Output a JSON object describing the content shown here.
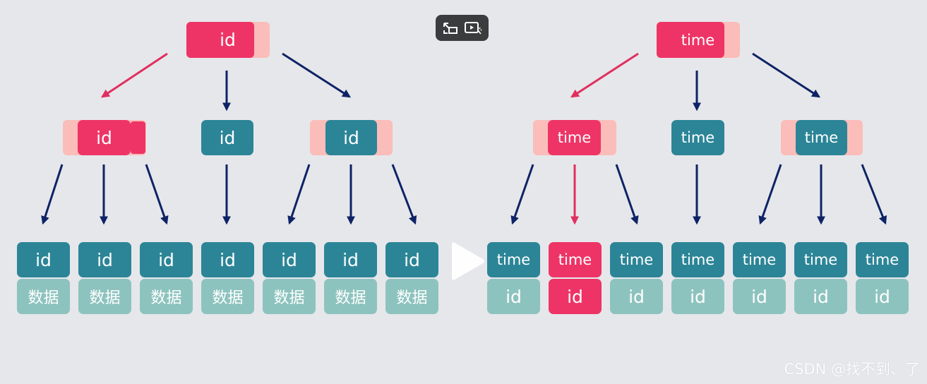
{
  "left_tree": {
    "root_key": "id",
    "internal_keys": [
      "id",
      "id",
      "id"
    ],
    "leaf_keys": [
      "id",
      "id",
      "id",
      "id",
      "id",
      "id",
      "id"
    ],
    "leaf_values": [
      "数据",
      "数据",
      "数据",
      "数据",
      "数据",
      "数据",
      "数据"
    ]
  },
  "right_tree": {
    "root_key": "time",
    "internal_keys": [
      "time",
      "time",
      "time"
    ],
    "leaf_keys": [
      "time",
      "time",
      "time",
      "time",
      "time",
      "time",
      "time"
    ],
    "leaf_values": [
      "id",
      "id",
      "id",
      "id",
      "id",
      "id",
      "id"
    ]
  },
  "colors": {
    "background": "#e6e7eb",
    "teal_node": "#2c8597",
    "highlight_node": "#ee3466",
    "pale_value": "#8dc3be",
    "side_segment": "#fbbdb9",
    "arrow": "#0e2366",
    "highlight_arrow": "#e02f5f"
  },
  "overlay": {
    "icons": [
      "picture-in-picture-icon",
      "video-enhance-icon",
      "play-icon"
    ]
  },
  "watermark": "CSDN @找不到、了"
}
